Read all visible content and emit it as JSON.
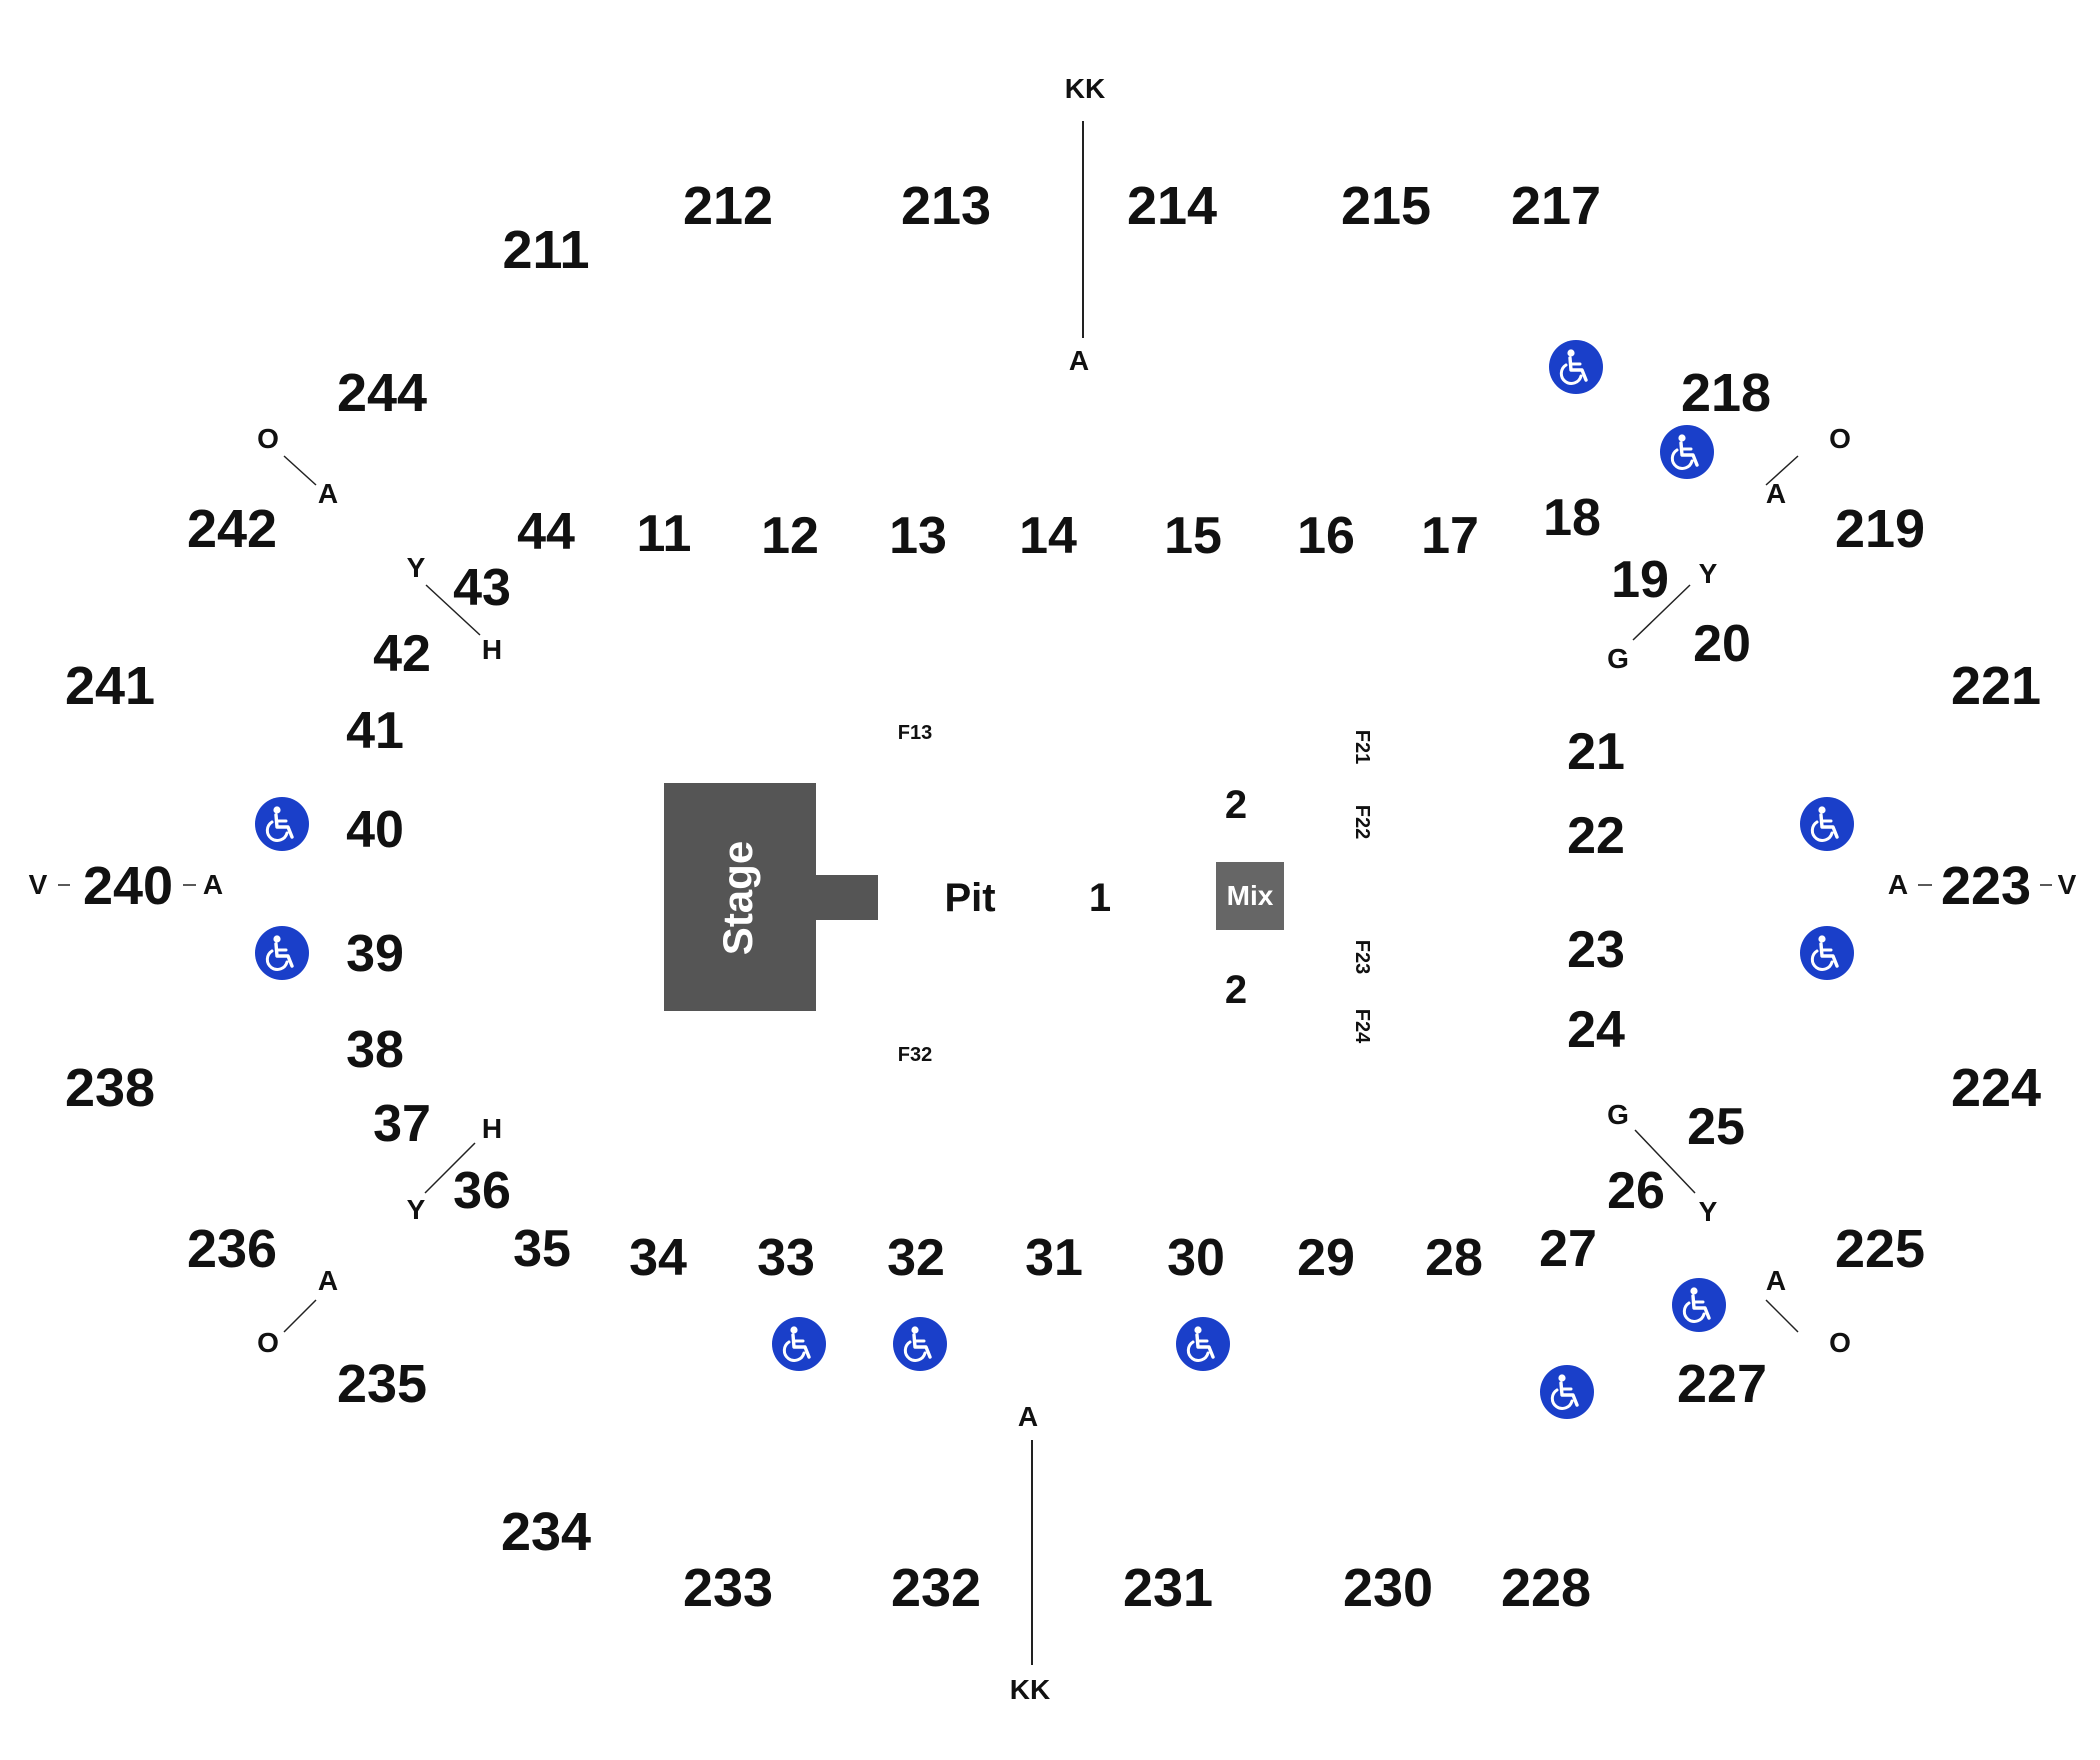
{
  "map": {
    "stage_label": "Stage",
    "mix_label": "Mix",
    "pit_label": "Pit",
    "floor_sections": [
      "1",
      "2",
      "2"
    ],
    "floor_markers": [
      "F13",
      "F32",
      "F21",
      "F22",
      "F23",
      "F24"
    ],
    "lower_sections": [
      "11",
      "12",
      "13",
      "14",
      "15",
      "16",
      "17",
      "18",
      "19",
      "20",
      "21",
      "22",
      "23",
      "24",
      "25",
      "26",
      "27",
      "28",
      "29",
      "30",
      "31",
      "32",
      "33",
      "34",
      "35",
      "36",
      "37",
      "38",
      "39",
      "40",
      "41",
      "42",
      "43",
      "44"
    ],
    "upper_sections": [
      "211",
      "212",
      "213",
      "214",
      "215",
      "217",
      "218",
      "219",
      "221",
      "223",
      "224",
      "225",
      "227",
      "228",
      "230",
      "231",
      "232",
      "233",
      "234",
      "235",
      "236",
      "238",
      "240",
      "241",
      "242",
      "244"
    ],
    "row_labels": {
      "top_aisle": [
        "KK",
        "A"
      ],
      "bottom_aisle": [
        "A",
        "KK"
      ],
      "nw_upper": [
        "O",
        "A"
      ],
      "ne_upper": [
        "O",
        "A"
      ],
      "sw_upper": [
        "A",
        "O"
      ],
      "se_upper": [
        "A",
        "O"
      ],
      "nw_lower": [
        "Y",
        "H"
      ],
      "ne_lower": [
        "Y",
        "G"
      ],
      "sw_lower": [
        "H",
        "Y"
      ],
      "se_lower": [
        "G",
        "Y"
      ],
      "west_end": [
        "V",
        "A"
      ],
      "east_end": [
        "A",
        "V"
      ]
    },
    "accessible_icon": "wheelchair-accessible-icon",
    "colors": {
      "stage": "#555555",
      "mix": "#666666",
      "accessible": "#1a3fc9",
      "text": "#111111"
    }
  }
}
